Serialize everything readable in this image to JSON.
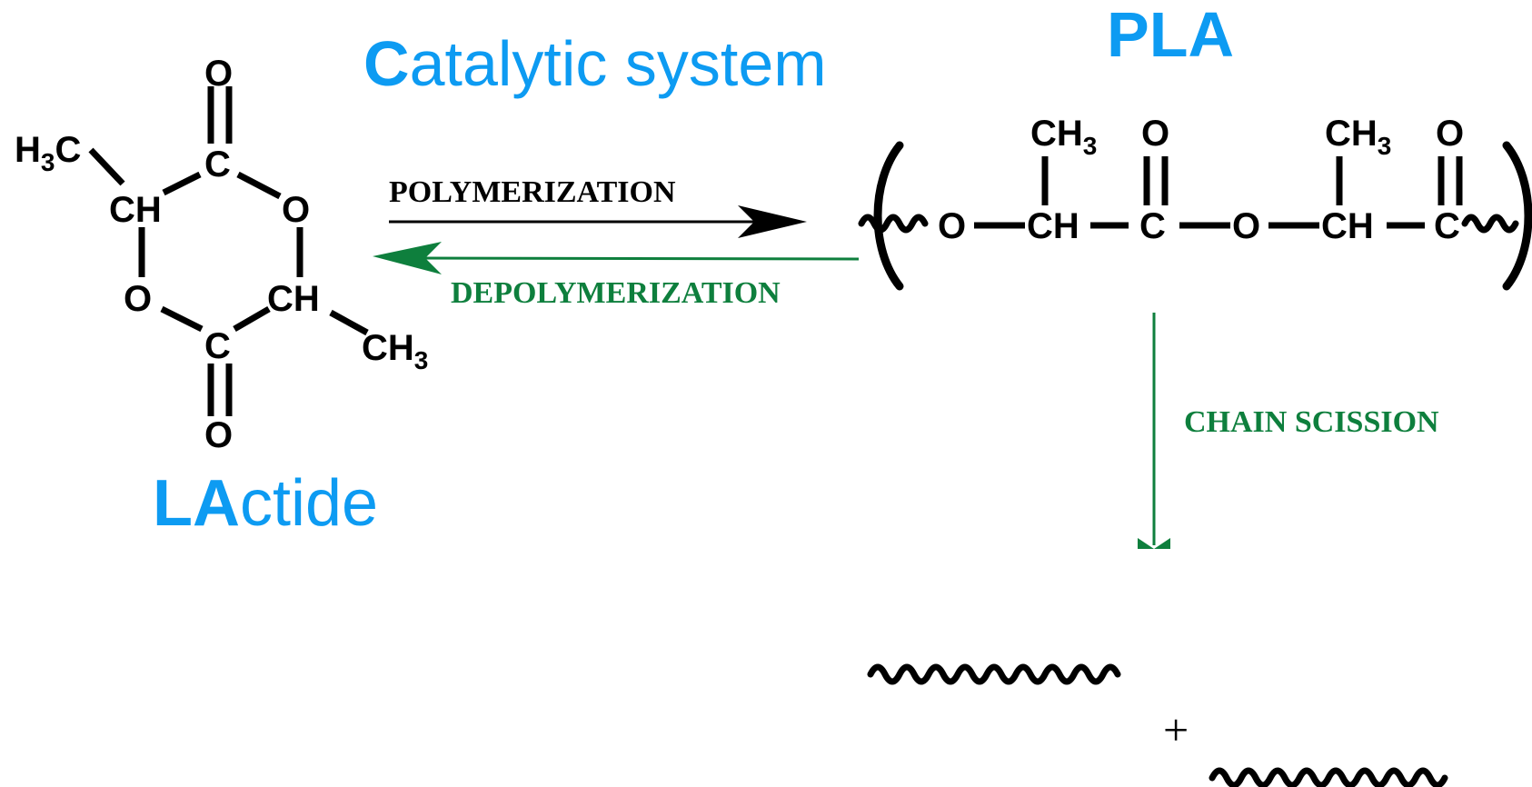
{
  "colors": {
    "blue_label": "#0d9bf2",
    "green_arrow": "#0e7f3d",
    "black": "#000000"
  },
  "lactide": {
    "label_bold": "LA",
    "label_rest": "ctide",
    "atoms": {
      "o_top": "O",
      "c_top": "C",
      "h3c": "H",
      "h3c_sub": "3",
      "h3c_c": "C",
      "ch_left": "CH",
      "o_right": "O",
      "o_left": "O",
      "ch_right": "CH",
      "c_bottom": "C",
      "ch3_right": "CH",
      "ch3_right_sub": "3",
      "o_bottom": "O"
    }
  },
  "catalytic": {
    "label_bold": "C",
    "label_rest": "atalytic system"
  },
  "arrows": {
    "polymerization": "POLYMERIZATION",
    "depolymerization": "DEPOLYMERIZATION",
    "chain_scission": "CHAIN SCISSION"
  },
  "pla": {
    "title": "PLA",
    "atoms": {
      "o1": "O",
      "ch1": "CH",
      "c1": "C",
      "o2": "O",
      "ch2": "CH",
      "c2": "C",
      "ch3_1": "CH",
      "ch3_1_sub": "3",
      "o_top1": "O",
      "ch3_2": "CH",
      "ch3_2_sub": "3",
      "o_top2": "O"
    }
  },
  "products": {
    "plus": "+"
  }
}
